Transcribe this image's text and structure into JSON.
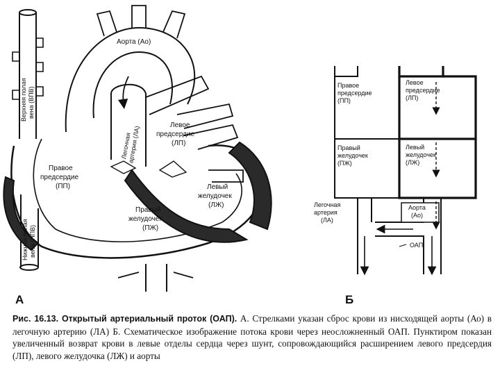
{
  "figure": {
    "panel_a": {
      "letter": "А",
      "labels": {
        "aorta": "Аорта (Ао)",
        "svc_line1": "Верхняя полая",
        "svc_line2": "вена (ВПВ)",
        "ivc_line1": "Нижняя полая",
        "ivc_line2": "вена (НПВ)",
        "pa_line1": "Легочная",
        "pa_line2": "артерия (ЛА)",
        "ra_line1": "Правое",
        "ra_line2": "предсердие",
        "ra_line3": "(ПП)",
        "la_line1": "Левое",
        "la_line2": "предсердие",
        "la_line3": "(ЛП)",
        "rv_line1": "Правый",
        "rv_line2": "желудочек",
        "rv_line3": "(ПЖ)",
        "lv_line1": "Левый",
        "lv_line2": "желудочек",
        "lv_line3": "(ЛЖ)"
      }
    },
    "panel_b": {
      "letter": "Б",
      "labels": {
        "ra_line1": "Правое",
        "ra_line2": "предсердие",
        "ra_line3": "(ПП)",
        "la_line1": "Левое",
        "la_line2": "предсердие",
        "la_line3": "(ЛП)",
        "rv_line1": "Правый",
        "rv_line2": "желудочек",
        "rv_line3": "(ПЖ)",
        "lv_line1": "Левый",
        "lv_line2": "желудочек",
        "lv_line3": "(ЛЖ)",
        "pa_line1": "Легочная",
        "pa_line2": "артерия",
        "pa_line3": "(ЛА)",
        "ao_line1": "Аорта",
        "ao_line2": "(Ао)",
        "oap": "ОАП"
      }
    }
  },
  "caption": {
    "bold": "Рис. 16.13. Открытый артериальный проток (ОАП).",
    "text": " А. Стрелками указан сброс крови из нисходящей аорты (Ао) в легочную артерию (ЛА) Б. Схематическое изображение потока крови через неосложненный ОАП. Пунктиром показан увеличенный возврат крови в левые отделы сердца через шунт, сопровождающийся расширением левого предсердия (ЛП), левого желудочка (ЛЖ) и аорты"
  }
}
